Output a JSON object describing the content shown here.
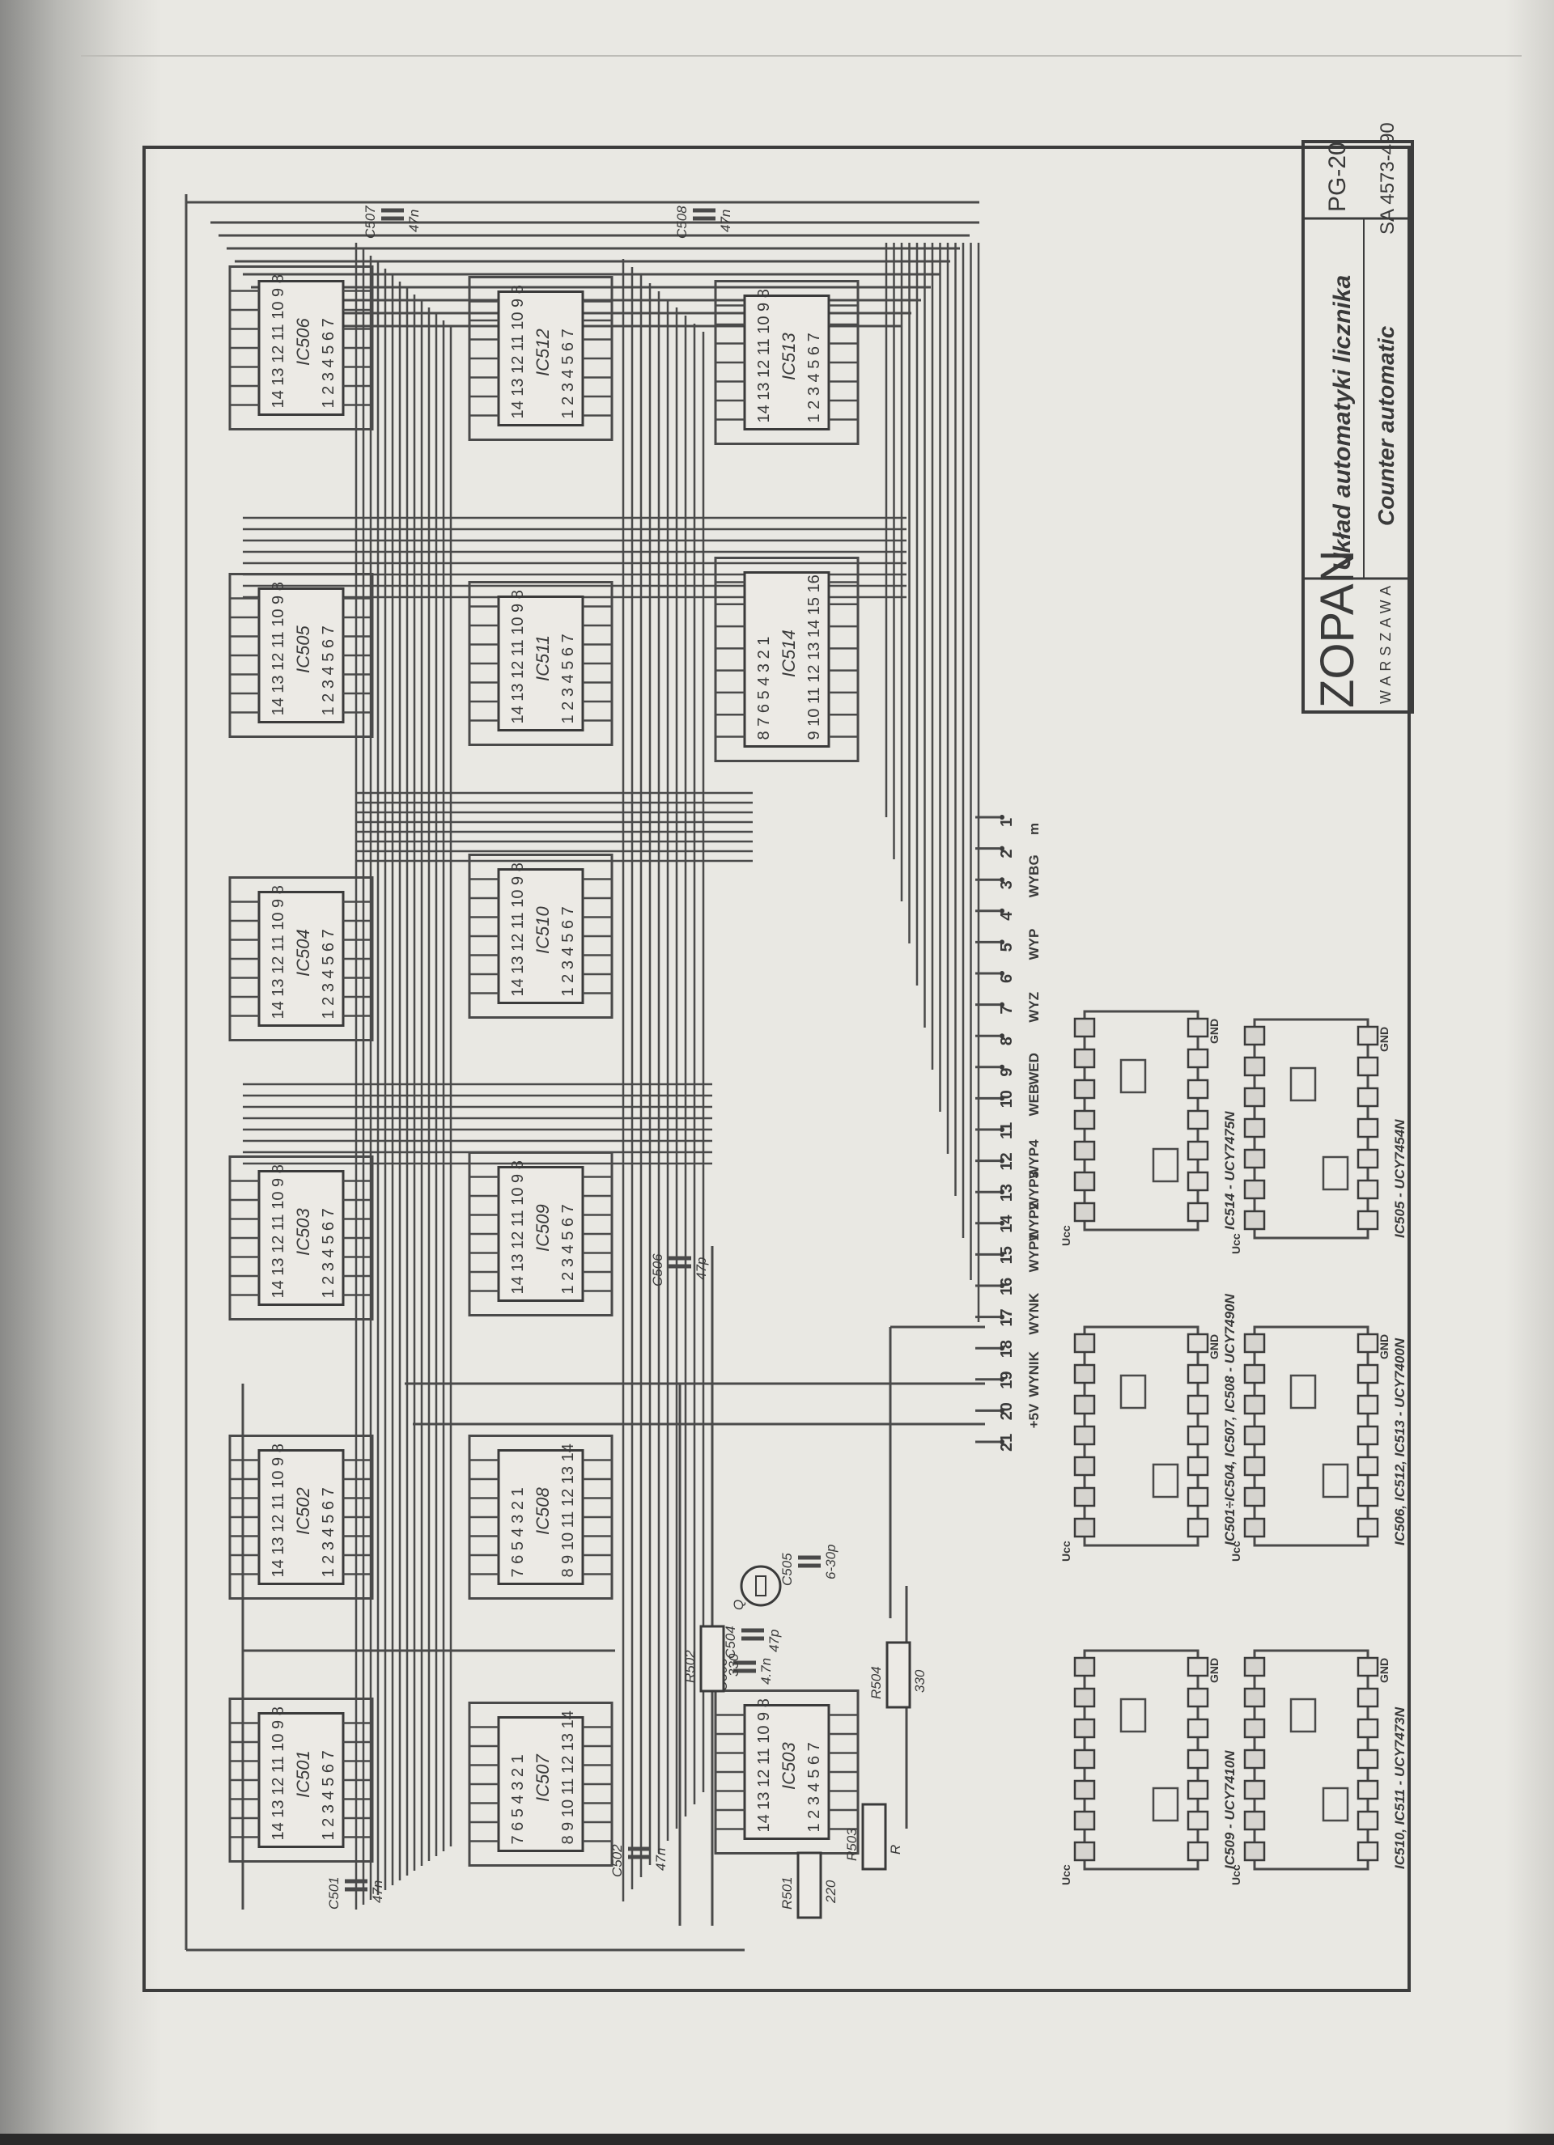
{
  "title_block": {
    "company": "ZOPAN",
    "city": "WARSZAWA",
    "title_pl": "Układ automatyki licznika",
    "title_en": "Counter automatic",
    "drawing_no": "PG-20",
    "ref_no": "SA 4573-490"
  },
  "ics": [
    {
      "label": "IC506",
      "top_pins": "14 13 12 11 10 9 8",
      "bottom_pins": "1 2 3 4 5 6 7"
    },
    {
      "label": "IC505",
      "top_pins": "14 13 12 11 10 9 8",
      "bottom_pins": "1 2 3 4 5 6 7"
    },
    {
      "label": "IC504",
      "top_pins": "14 13 12 11 10 9 8",
      "bottom_pins": "1 2 3 4 5 6 7"
    },
    {
      "label": "IC503",
      "top_pins": "14 13 12 11 10 9 8",
      "bottom_pins": "1 2 3 4 5 6 7"
    },
    {
      "label": "IC502",
      "top_pins": "14 13 12 11 10 9 8",
      "bottom_pins": "1 2 3 4 5 6 7"
    },
    {
      "label": "IC501",
      "top_pins": "14 13 12 11 10 9 8",
      "bottom_pins": "1 2 3 4 5 6 7"
    },
    {
      "label": "IC512",
      "top_pins": "14 13 12 11 10 9 8",
      "bottom_pins": "1 2 3 4 5 6 7"
    },
    {
      "label": "IC511",
      "top_pins": "14 13 12 11 10 9 8",
      "bottom_pins": "1 2 3 4 5 6 7"
    },
    {
      "label": "IC510",
      "top_pins": "14 13 12 11 10 9 8",
      "bottom_pins": "1 2 3 4 5 6 7"
    },
    {
      "label": "IC509",
      "top_pins": "14 13 12 11 10 9 8",
      "bottom_pins": "1 2 3 4 5 6 7"
    },
    {
      "label": "IC508",
      "top_pins": "7 6 5 4 3 2 1",
      "bottom_pins": "8 9 10 11 12 13 14"
    },
    {
      "label": "IC507",
      "top_pins": "7 6 5 4 3 2 1",
      "bottom_pins": "8 9 10 11 12 13 14"
    },
    {
      "label": "IC513",
      "top_pins": "14 13 12 11 10 9 8",
      "bottom_pins": "1 2 3 4 5 6 7"
    },
    {
      "label": "IC514",
      "top_pins": "8 7 6 5 4 3 2 1",
      "bottom_pins": "9 10 11 12 13 14 15 16"
    },
    {
      "label": "IC503",
      "top_pins": "14 13 12 11 10 9 8",
      "bottom_pins": "1 2 3 4 5 6 7"
    }
  ],
  "components": [
    {
      "ref": "C507",
      "value": "47n"
    },
    {
      "ref": "C508",
      "value": "47n"
    },
    {
      "ref": "C506",
      "value": "47p"
    },
    {
      "ref": "C505",
      "value": "6-30p"
    },
    {
      "ref": "C504",
      "value": "47p"
    },
    {
      "ref": "C503",
      "value": "4.7n"
    },
    {
      "ref": "R502",
      "value": "330"
    },
    {
      "ref": "R504",
      "value": "330"
    },
    {
      "ref": "R503",
      "value": "R"
    },
    {
      "ref": "R501",
      "value": "220"
    },
    {
      "ref": "C502",
      "value": "47n"
    },
    {
      "ref": "C501",
      "value": "47n"
    },
    {
      "ref": "Q",
      "value": ""
    }
  ],
  "connector": [
    {
      "pin": "1",
      "signal": "m"
    },
    {
      "pin": "2",
      "signal": ""
    },
    {
      "pin": "3",
      "signal": "WYBG"
    },
    {
      "pin": "4",
      "signal": ""
    },
    {
      "pin": "5",
      "signal": "WYP"
    },
    {
      "pin": "6",
      "signal": ""
    },
    {
      "pin": "7",
      "signal": "WYZ"
    },
    {
      "pin": "8",
      "signal": ""
    },
    {
      "pin": "9",
      "signal": "WED"
    },
    {
      "pin": "10",
      "signal": "WEB"
    },
    {
      "pin": "11",
      "signal": ""
    },
    {
      "pin": "12",
      "signal": "WYP4"
    },
    {
      "pin": "13",
      "signal": "WYP3"
    },
    {
      "pin": "14",
      "signal": "WYP2"
    },
    {
      "pin": "15",
      "signal": "WYP1"
    },
    {
      "pin": "16",
      "signal": ""
    },
    {
      "pin": "17",
      "signal": "WYNK"
    },
    {
      "pin": "18",
      "signal": ""
    },
    {
      "pin": "19",
      "signal": "WYNIK"
    },
    {
      "pin": "20",
      "signal": "+5V"
    },
    {
      "pin": "21",
      "signal": ""
    }
  ],
  "chip_diagrams": [
    {
      "caption": "IC514 - UCY7475N",
      "gnd": "GND",
      "vcc": "Ucc"
    },
    {
      "caption": "IC505 - UCY7454N",
      "gnd": "GND",
      "vcc": "Ucc"
    },
    {
      "caption": "IC501÷IC504, IC507, IC508 - UCY7490N",
      "gnd": "GND",
      "vcc": "Ucc"
    },
    {
      "caption": "IC506, IC512, IC513 - UCY7400N",
      "gnd": "GND",
      "vcc": "Ucc"
    },
    {
      "caption": "IC509 - UCY7410N",
      "gnd": "GND",
      "vcc": "Ucc"
    },
    {
      "caption": "IC510, IC511 - UCY7473N",
      "gnd": "GND",
      "vcc": "Ucc"
    }
  ]
}
